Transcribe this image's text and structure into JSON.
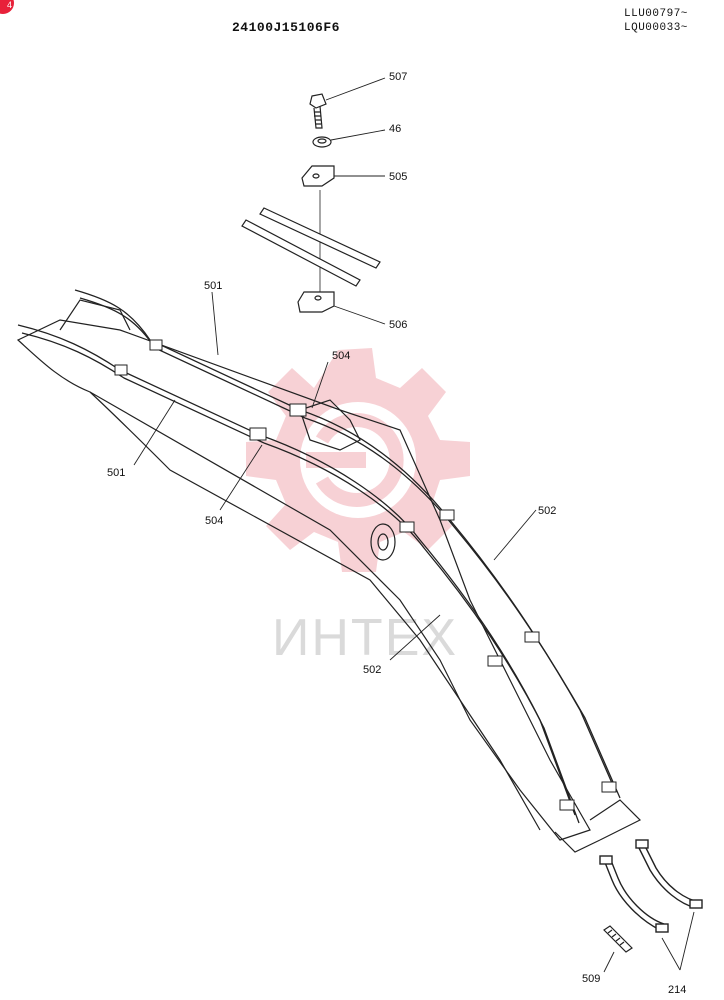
{
  "header": {
    "part_number": "24100J15106F6",
    "serial_1": "LLU00797~",
    "serial_2": "LQU00033~",
    "corner_badge": "4"
  },
  "watermark": {
    "text": "ИНТЕХ",
    "logo": "gear-logo",
    "color": "#f3b6bd"
  },
  "callouts": [
    {
      "id": "507",
      "text": "507"
    },
    {
      "id": "46",
      "text": "46"
    },
    {
      "id": "505",
      "text": "505"
    },
    {
      "id": "501a",
      "text": "501"
    },
    {
      "id": "504a",
      "text": "504"
    },
    {
      "id": "506",
      "text": "506"
    },
    {
      "id": "501b",
      "text": "501"
    },
    {
      "id": "504b",
      "text": "504"
    },
    {
      "id": "502a",
      "text": "502"
    },
    {
      "id": "502b",
      "text": "502"
    },
    {
      "id": "509",
      "text": "509"
    },
    {
      "id": "214",
      "text": "214"
    }
  ]
}
